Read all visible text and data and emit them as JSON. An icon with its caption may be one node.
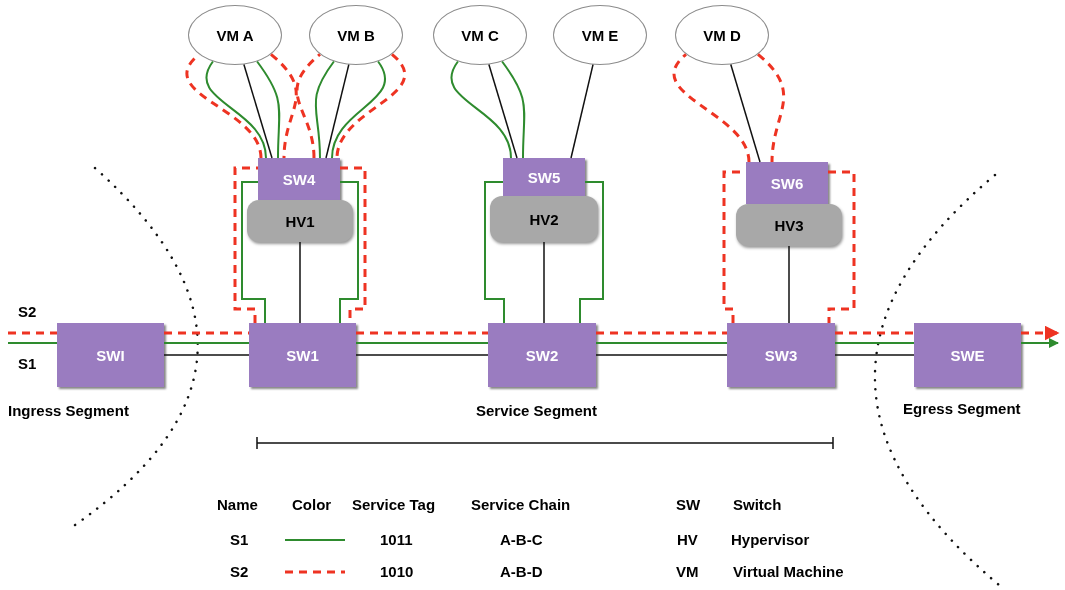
{
  "diagram": {
    "nodes": [
      {
        "text": [
          "VM A"
        ]
      },
      {
        "text": [
          "VM B"
        ]
      },
      {
        "text": [
          "VM C"
        ]
      },
      {
        "text": [
          "VM E"
        ]
      },
      {
        "text": [
          "VM D"
        ]
      },
      {
        "text": [
          "SW4"
        ]
      },
      {
        "text": [
          "HV1"
        ]
      },
      {
        "text": [
          "SW5"
        ]
      },
      {
        "text": [
          "HV2"
        ]
      },
      {
        "text": [
          "SW6"
        ]
      },
      {
        "text": [
          "HV3"
        ]
      },
      {
        "text": [
          "SWI"
        ]
      },
      {
        "text": [
          "SW1"
        ]
      },
      {
        "text": [
          "SW2"
        ]
      },
      {
        "text": [
          "SW3"
        ]
      },
      {
        "text": [
          "SWE"
        ]
      }
    ],
    "edges": [
      {
        "from": 0,
        "to": 5,
        "arrow": "none",
        "color": "#111111"
      },
      {
        "from": 1,
        "to": 5,
        "arrow": "none",
        "color": "#111111"
      },
      {
        "from": 2,
        "to": 7,
        "arrow": "none",
        "color": "#111111"
      },
      {
        "from": 3,
        "to": 7,
        "arrow": "none",
        "color": "#111111"
      },
      {
        "from": 4,
        "to": 9,
        "arrow": "none",
        "color": "#111111"
      },
      {
        "from": 6,
        "to": 12,
        "arrow": "none",
        "color": "#111111"
      },
      {
        "from": 8,
        "to": 13,
        "arrow": "none",
        "color": "#111111"
      },
      {
        "from": 10,
        "to": 14,
        "arrow": "none",
        "color": "#111111"
      },
      {
        "from": 11,
        "to": 12,
        "arrow": "none",
        "color": "#111111"
      },
      {
        "from": 12,
        "to": 13,
        "arrow": "none",
        "color": "#111111"
      },
      {
        "from": 13,
        "to": 14,
        "arrow": "none",
        "color": "#111111"
      },
      {
        "from": 14,
        "to": 15,
        "arrow": "none",
        "color": "#111111"
      },
      {
        "from": null,
        "to": 11,
        "arrow": "none",
        "color": "#2e8b2e"
      },
      {
        "from": 11,
        "to": 12,
        "arrow": "none",
        "color": "#2e8b2e"
      },
      {
        "from": 12,
        "to": 5,
        "arrow": "none",
        "color": "#2e8b2e"
      },
      {
        "from": 5,
        "to": 0,
        "arrow": "none",
        "color": "#2e8b2e"
      },
      {
        "from": 0,
        "to": 5,
        "arrow": "none",
        "color": "#2e8b2e"
      },
      {
        "from": 5,
        "to": 1,
        "arrow": "none",
        "color": "#2e8b2e"
      },
      {
        "from": 1,
        "to": 5,
        "arrow": "none",
        "color": "#2e8b2e"
      },
      {
        "from": 5,
        "to": 12,
        "arrow": "none",
        "color": "#2e8b2e"
      },
      {
        "from": 12,
        "to": 13,
        "arrow": "none",
        "color": "#2e8b2e"
      },
      {
        "from": 13,
        "to": 7,
        "arrow": "none",
        "color": "#2e8b2e"
      },
      {
        "from": 7,
        "to": 2,
        "arrow": "none",
        "color": "#2e8b2e"
      },
      {
        "from": 2,
        "to": 7,
        "arrow": "none",
        "color": "#2e8b2e"
      },
      {
        "from": 7,
        "to": 13,
        "arrow": "none",
        "color": "#2e8b2e"
      },
      {
        "from": 13,
        "to": 14,
        "arrow": "none",
        "color": "#2e8b2e"
      },
      {
        "from": 14,
        "to": 15,
        "arrow": "none",
        "color": "#2e8b2e"
      },
      {
        "from": 15,
        "to": null,
        "arrow": "to",
        "color": "#2e8b2e"
      },
      {
        "from": null,
        "to": 11,
        "arrow": "none",
        "style": "dashed",
        "color": "#ee3322"
      },
      {
        "from": 11,
        "to": 12,
        "arrow": "none",
        "style": "dashed",
        "color": "#ee3322"
      },
      {
        "from": 12,
        "to": 5,
        "arrow": "none",
        "style": "dashed",
        "color": "#ee3322"
      },
      {
        "from": 5,
        "to": 0,
        "arrow": "none",
        "style": "dashed",
        "color": "#ee3322"
      },
      {
        "from": 0,
        "to": 5,
        "arrow": "none",
        "style": "dashed",
        "color": "#ee3322"
      },
      {
        "from": 5,
        "to": 1,
        "arrow": "none",
        "style": "dashed",
        "color": "#ee3322"
      },
      {
        "from": 1,
        "to": 5,
        "arrow": "none",
        "style": "dashed",
        "color": "#ee3322"
      },
      {
        "from": 5,
        "to": 12,
        "arrow": "none",
        "style": "dashed",
        "color": "#ee3322"
      },
      {
        "from": 12,
        "to": 13,
        "arrow": "none",
        "style": "dashed",
        "color": "#ee3322"
      },
      {
        "from": 13,
        "to": 14,
        "arrow": "none",
        "style": "dashed",
        "color": "#ee3322"
      },
      {
        "from": 14,
        "to": 9,
        "arrow": "none",
        "style": "dashed",
        "color": "#ee3322"
      },
      {
        "from": 9,
        "to": 4,
        "arrow": "none",
        "style": "dashed",
        "color": "#ee3322"
      },
      {
        "from": 4,
        "to": 9,
        "arrow": "none",
        "style": "dashed",
        "color": "#ee3322"
      },
      {
        "from": 9,
        "to": 14,
        "arrow": "none",
        "style": "dashed",
        "color": "#ee3322"
      },
      {
        "from": 14,
        "to": 15,
        "arrow": "none",
        "style": "dashed",
        "color": "#ee3322"
      },
      {
        "from": 15,
        "to": null,
        "arrow": "to",
        "style": "dashed",
        "color": "#ee3322"
      }
    ],
    "labels": [
      "S2",
      "S1",
      "Ingress Segment",
      "Service Segment",
      "Egress Segment",
      "Name",
      "Color",
      "Service Tag",
      "Service Chain",
      "SW",
      "Switch",
      "1011",
      "A-B-C",
      "HV",
      "Hypervisor",
      "1010",
      "A-B-D",
      "VM",
      "Virtual Machine"
    ],
    "legend": [
      {
        "text": "S1"
      },
      {
        "text": "S2"
      }
    ]
  }
}
